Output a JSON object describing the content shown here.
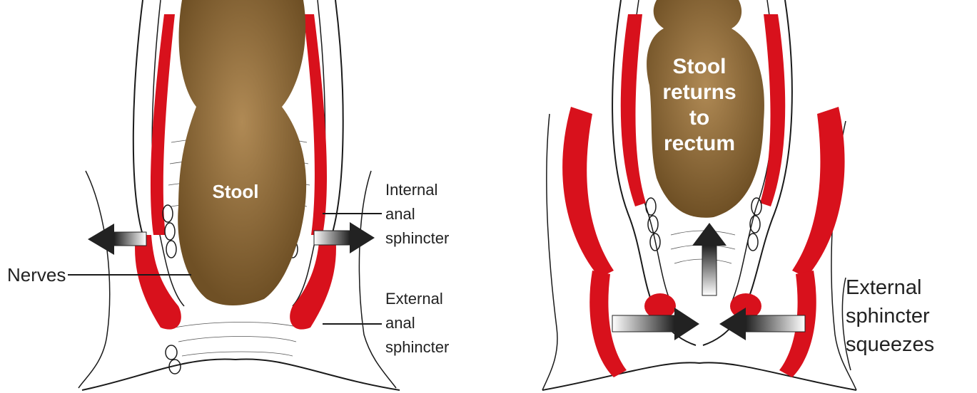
{
  "left_panel": {
    "stool_label": "Stool",
    "internal_sphincter_label": [
      "Internal",
      "anal",
      "sphincter"
    ],
    "external_sphincter_label": [
      "External",
      "anal",
      "sphincter"
    ],
    "nerves_label": "Nerves"
  },
  "right_panel": {
    "stool_label": [
      "Stool",
      "returns",
      "to",
      "rectum"
    ],
    "external_sphincter_label": [
      "External",
      "sphincter",
      "squeezes"
    ]
  },
  "colors": {
    "muscle": "#d8111c",
    "stool": "#7a5a2e",
    "stool_highlight": "#b08a55",
    "outline": "#1a1a1a",
    "background": "#ffffff"
  }
}
